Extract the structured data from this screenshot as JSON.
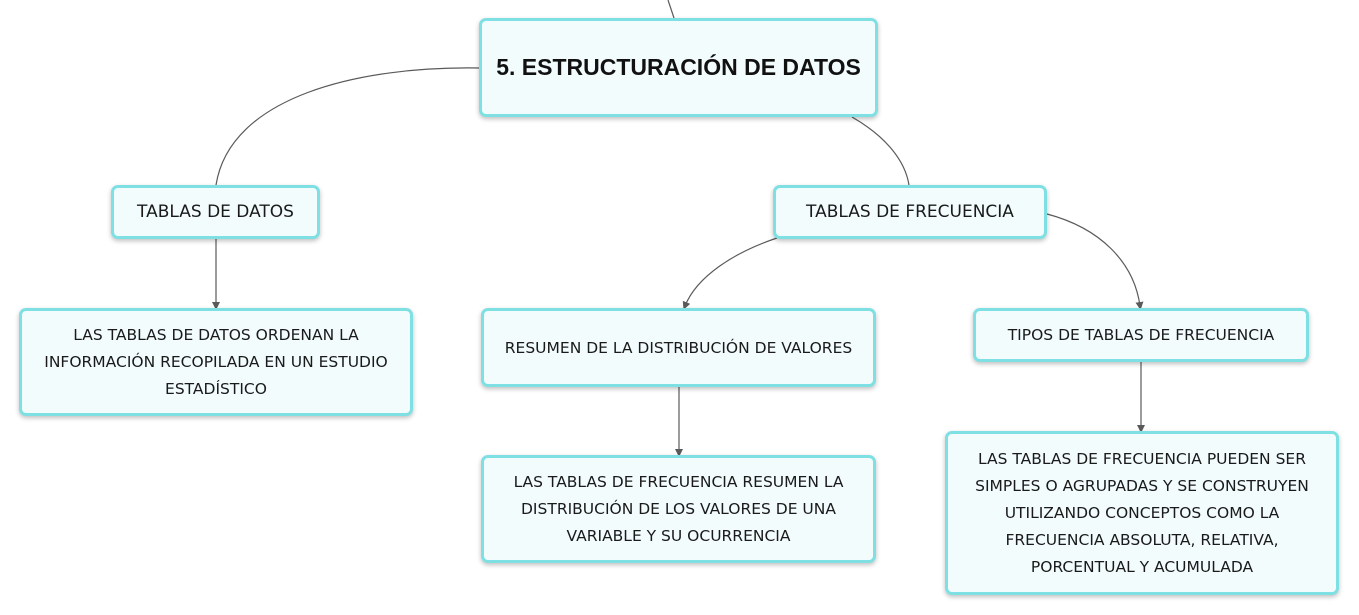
{
  "diagram": {
    "root": {
      "label": "5. ESTRUCTURACIÓN DE DATOS"
    },
    "tablas_datos": {
      "label": "TABLAS DE DATOS",
      "description": "LAS TABLAS DE DATOS ORDENAN LA INFORMACIÓN RECOPILADA EN UN ESTUDIO ESTADÍSTICO"
    },
    "tablas_frecuencia": {
      "label": "TABLAS DE FRECUENCIA",
      "resumen": {
        "label": "RESUMEN DE LA DISTRIBUCIÓN DE VALORES",
        "description": "LAS TABLAS DE FRECUENCIA RESUMEN LA DISTRIBUCIÓN DE LOS VALORES DE UNA VARIABLE Y SU OCURRENCIA"
      },
      "tipos": {
        "label": "TIPOS DE TABLAS DE FRECUENCIA",
        "description": "LAS TABLAS DE FRECUENCIA PUEDEN SER SIMPLES O AGRUPADAS Y SE CONSTRUYEN UTILIZANDO CONCEPTOS COMO LA FRECUENCIA ABSOLUTA, RELATIVA, PORCENTUAL Y ACUMULADA"
      }
    },
    "colors": {
      "node_border": "#7ee0e3",
      "node_fill": "#f2fcfd",
      "connector": "#5a5a5a"
    }
  }
}
